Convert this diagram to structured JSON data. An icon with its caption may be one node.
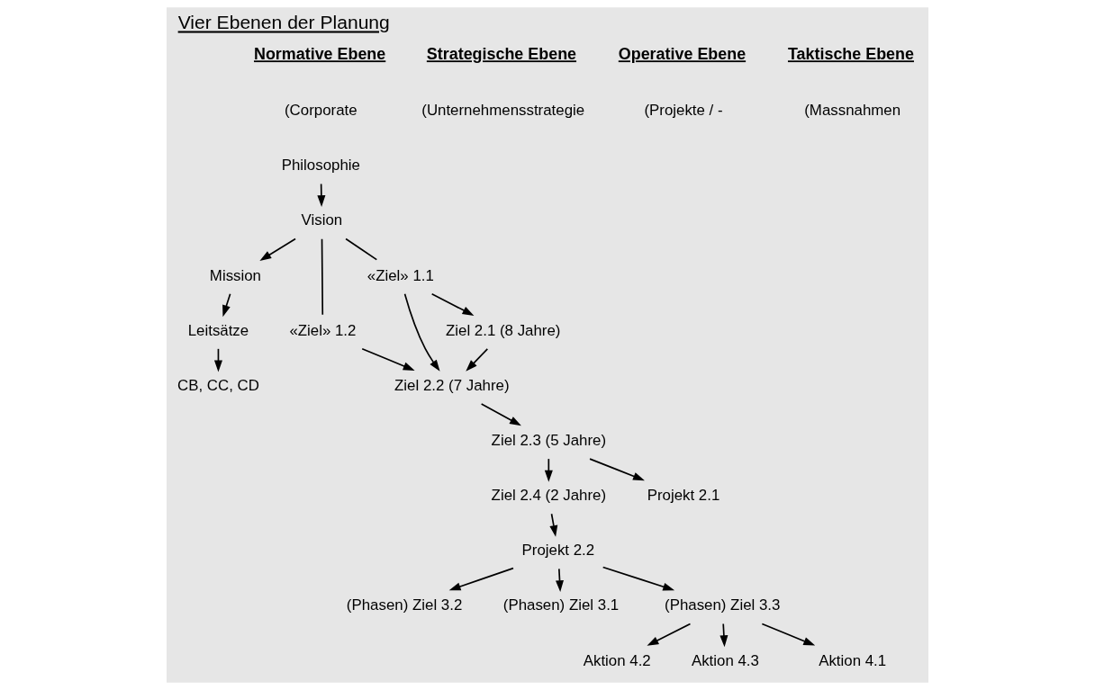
{
  "diagram": {
    "title": "Vier Ebenen der Planung",
    "nodes": [
      {
        "text": [
          "Philosophie"
        ]
      },
      {
        "text": [
          "Vision"
        ]
      },
      {
        "text": [
          "Mission"
        ]
      },
      {
        "text": [
          "Leitsätze"
        ]
      },
      {
        "text": [
          "CB, CC, CD"
        ]
      },
      {
        "text": [
          "«Ziel» 1.1"
        ]
      },
      {
        "text": [
          "«Ziel» 1.2"
        ]
      },
      {
        "text": [
          "Ziel 2.1 (8 Jahre)"
        ]
      },
      {
        "text": [
          "Ziel 2.2 (7 Jahre)"
        ]
      },
      {
        "text": [
          "Ziel 2.3 (5 Jahre)"
        ]
      },
      {
        "text": [
          "Ziel 2.4 (2 Jahre)"
        ]
      },
      {
        "text": [
          "Projekt 2.1"
        ]
      },
      {
        "text": [
          "Projekt 2.2"
        ]
      },
      {
        "text": [
          "(Phasen) Ziel 3.1"
        ]
      },
      {
        "text": [
          "(Phasen) Ziel 3.2"
        ]
      },
      {
        "text": [
          "(Phasen) Ziel 3.3"
        ]
      },
      {
        "text": [
          "Aktion 4.1"
        ]
      },
      {
        "text": [
          "Aktion 4.2"
        ]
      },
      {
        "text": [
          "Aktion 4.3"
        ]
      }
    ],
    "edges": [
      {
        "from": 0,
        "to": 1,
        "arrow": "to"
      },
      {
        "from": 1,
        "to": 2,
        "arrow": "to"
      },
      {
        "from": 2,
        "to": 3,
        "arrow": "to"
      },
      {
        "from": 3,
        "to": 4,
        "arrow": "to"
      },
      {
        "from": 1,
        "to": 5,
        "arrow": "none"
      },
      {
        "from": 1,
        "to": 6,
        "arrow": "none"
      },
      {
        "from": 5,
        "to": 7,
        "arrow": "to"
      },
      {
        "from": 5,
        "to": 8,
        "arrow": "to"
      },
      {
        "from": 6,
        "to": 8,
        "arrow": "to"
      },
      {
        "from": 7,
        "to": 8,
        "arrow": "to"
      },
      {
        "from": 8,
        "to": 9,
        "arrow": "to"
      },
      {
        "from": 9,
        "to": 10,
        "arrow": "to"
      },
      {
        "from": 9,
        "to": 11,
        "arrow": "to"
      },
      {
        "from": 10,
        "to": 12,
        "arrow": "to"
      },
      {
        "from": 12,
        "to": 13,
        "arrow": "to"
      },
      {
        "from": 12,
        "to": 14,
        "arrow": "to"
      },
      {
        "from": 12,
        "to": 15,
        "arrow": "to"
      },
      {
        "from": 15,
        "to": 16,
        "arrow": "to"
      },
      {
        "from": 15,
        "to": 17,
        "arrow": "to"
      },
      {
        "from": 15,
        "to": 18,
        "arrow": "to"
      }
    ],
    "labels": [
      "Normative Ebene",
      "Strategische Ebene",
      "Operative Ebene",
      "Taktische Ebene",
      "(Corporate",
      "(Unternehmensstrategie",
      "(Projekte / -",
      "(Massnahmen"
    ]
  }
}
